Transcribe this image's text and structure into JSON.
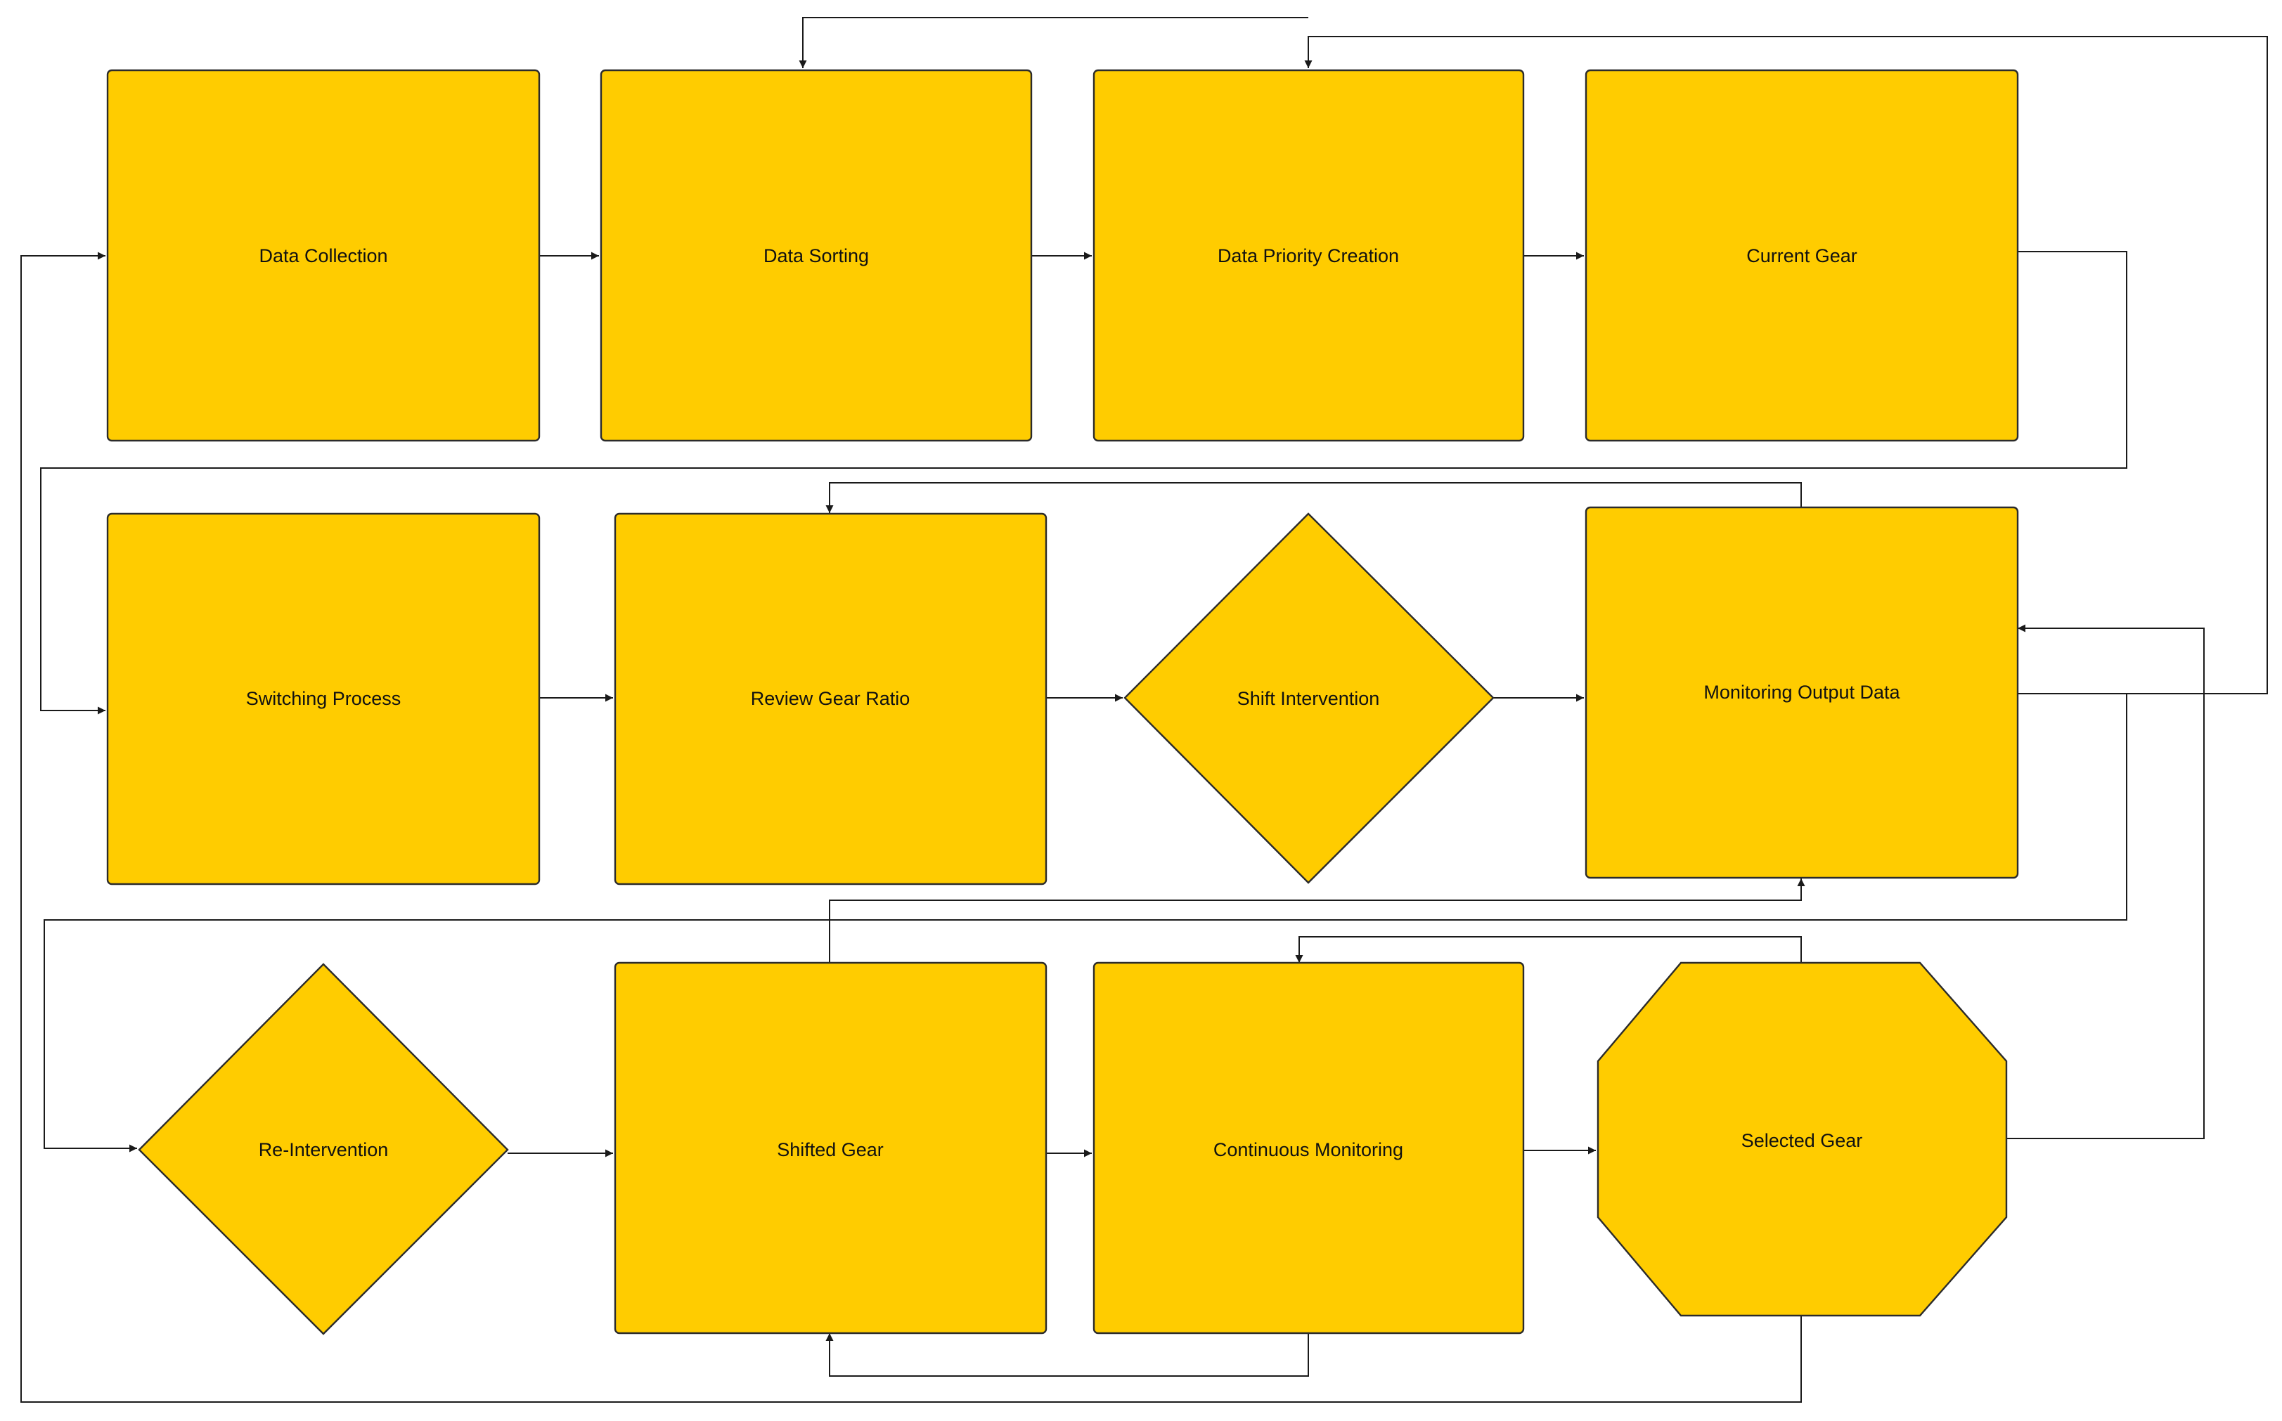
{
  "diagram": {
    "style": {
      "node_fill": "#FFCC00",
      "node_stroke": "#2b2b2b",
      "edge_color": "#1a1a1a",
      "text_color": "#111111"
    },
    "nodes": [
      {
        "id": "data_collection",
        "label": "Data Collection",
        "shape": "rectangle"
      },
      {
        "id": "data_sorting",
        "label": "Data Sorting",
        "shape": "rectangle"
      },
      {
        "id": "data_priority_creation",
        "label": "Data Priority Creation",
        "shape": "rectangle"
      },
      {
        "id": "current_gear",
        "label": "Current Gear",
        "shape": "rectangle"
      },
      {
        "id": "switching_process",
        "label": "Switching Process",
        "shape": "rectangle"
      },
      {
        "id": "review_gear_ratio",
        "label": "Review Gear Ratio",
        "shape": "rectangle"
      },
      {
        "id": "shift_intervention",
        "label": "Shift Intervention",
        "shape": "diamond"
      },
      {
        "id": "monitoring_output_data",
        "label": "Monitoring Output Data",
        "shape": "rectangle"
      },
      {
        "id": "re_intervention",
        "label": "Re-Intervention",
        "shape": "diamond"
      },
      {
        "id": "shifted_gear",
        "label": "Shifted Gear",
        "shape": "rectangle"
      },
      {
        "id": "continuous_monitoring",
        "label": "Continuous Monitoring",
        "shape": "rectangle"
      },
      {
        "id": "selected_gear",
        "label": "Selected Gear",
        "shape": "octagon"
      }
    ],
    "edges": [
      {
        "from": "data_collection",
        "to": "data_sorting"
      },
      {
        "from": "data_sorting",
        "to": "data_priority_creation"
      },
      {
        "from": "data_priority_creation",
        "to": "current_gear"
      },
      {
        "from": "data_priority_creation",
        "to": "data_sorting"
      },
      {
        "from": "current_gear",
        "to": "switching_process"
      },
      {
        "from": "switching_process",
        "to": "review_gear_ratio"
      },
      {
        "from": "review_gear_ratio",
        "to": "shift_intervention"
      },
      {
        "from": "shift_intervention",
        "to": "monitoring_output_data"
      },
      {
        "from": "monitoring_output_data",
        "to": "review_gear_ratio"
      },
      {
        "from": "monitoring_output_data",
        "to": "data_priority_creation"
      },
      {
        "from": "monitoring_output_data",
        "to": "re_intervention"
      },
      {
        "from": "re_intervention",
        "to": "shifted_gear"
      },
      {
        "from": "shifted_gear",
        "to": "monitoring_output_data"
      },
      {
        "from": "shifted_gear",
        "to": "continuous_monitoring"
      },
      {
        "from": "continuous_monitoring",
        "to": "shifted_gear"
      },
      {
        "from": "continuous_monitoring",
        "to": "selected_gear"
      },
      {
        "from": "selected_gear",
        "to": "continuous_monitoring"
      },
      {
        "from": "selected_gear",
        "to": "monitoring_output_data"
      },
      {
        "from": "selected_gear",
        "to": "data_collection"
      }
    ]
  }
}
